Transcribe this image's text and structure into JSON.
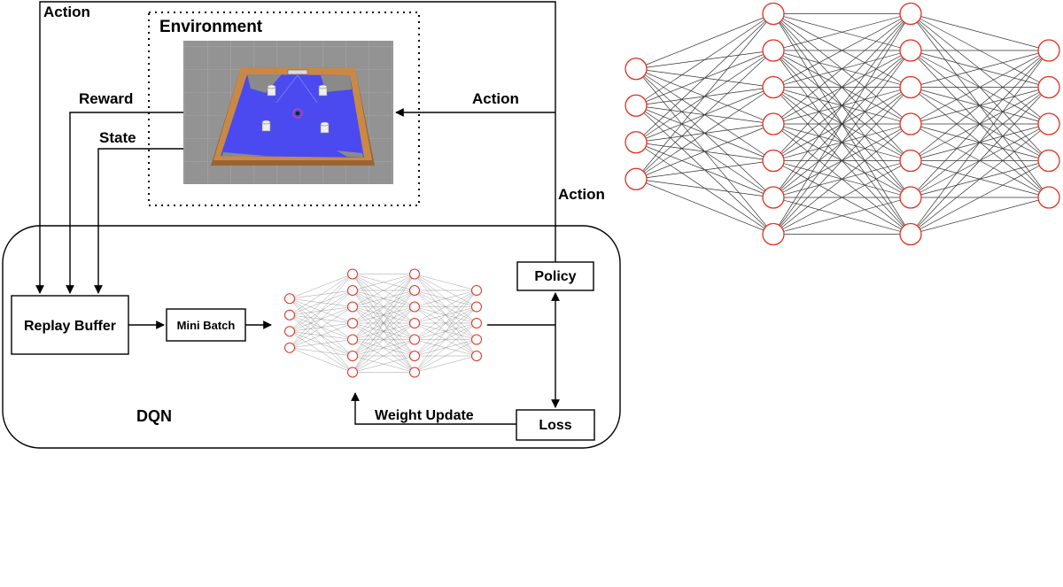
{
  "environment": {
    "title": "Environment"
  },
  "labels": {
    "action_top": "Action",
    "reward": "Reward",
    "state": "State",
    "action_right": "Action",
    "action_mid": "Action",
    "weight_update": "Weight Update",
    "dqn": "DQN"
  },
  "boxes": {
    "replay_buffer": "Replay Buffer",
    "mini_batch": "Mini Batch",
    "policy": "Policy",
    "loss": "Loss"
  },
  "networks": {
    "small": {
      "layers": [
        4,
        7,
        7,
        5
      ]
    },
    "large": {
      "layers": [
        4,
        7,
        7,
        5
      ]
    }
  },
  "colors": {
    "neuron_stroke": "#e0301e",
    "arena_floor": "#4a4af0",
    "arena_wall": "#b8763a",
    "scene_ground": "#8f8f8f"
  }
}
